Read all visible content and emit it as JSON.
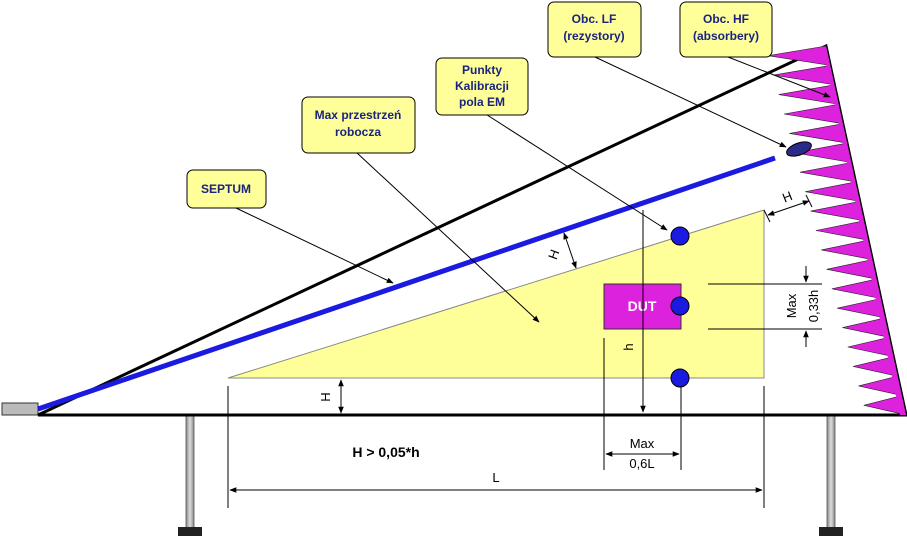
{
  "callouts": {
    "septum": "SEPTUM",
    "max_line1": "Max przestrzeń",
    "max_line2": "robocza",
    "punkty_line1": "Punkty",
    "punkty_line2": "Kalibracji",
    "punkty_line3": "pola EM",
    "lf_line1": "Obc. LF",
    "lf_line2": "(rezystory)",
    "hf_line1": "Obc. HF",
    "hf_line2": "(absorbery)"
  },
  "labels": {
    "dut": "DUT",
    "h_lower": "h",
    "H_bottom": "H",
    "H_diag": "H",
    "H_top": "H",
    "max_w_line1": "Max",
    "max_w_line2": "0,6L",
    "max_h_line1": "Max",
    "max_h_line2": "0,33h",
    "L": "L",
    "formula": "H > 0,05*h"
  },
  "colors": {
    "septum": "#1a1ae0",
    "workspace": "#ffff99",
    "dut": "#dd22dd",
    "absorber": "#dd22dd",
    "callout_fill": "#ffff99",
    "callout_text": "#1a237e",
    "cal_point": "#1a1ae0"
  }
}
